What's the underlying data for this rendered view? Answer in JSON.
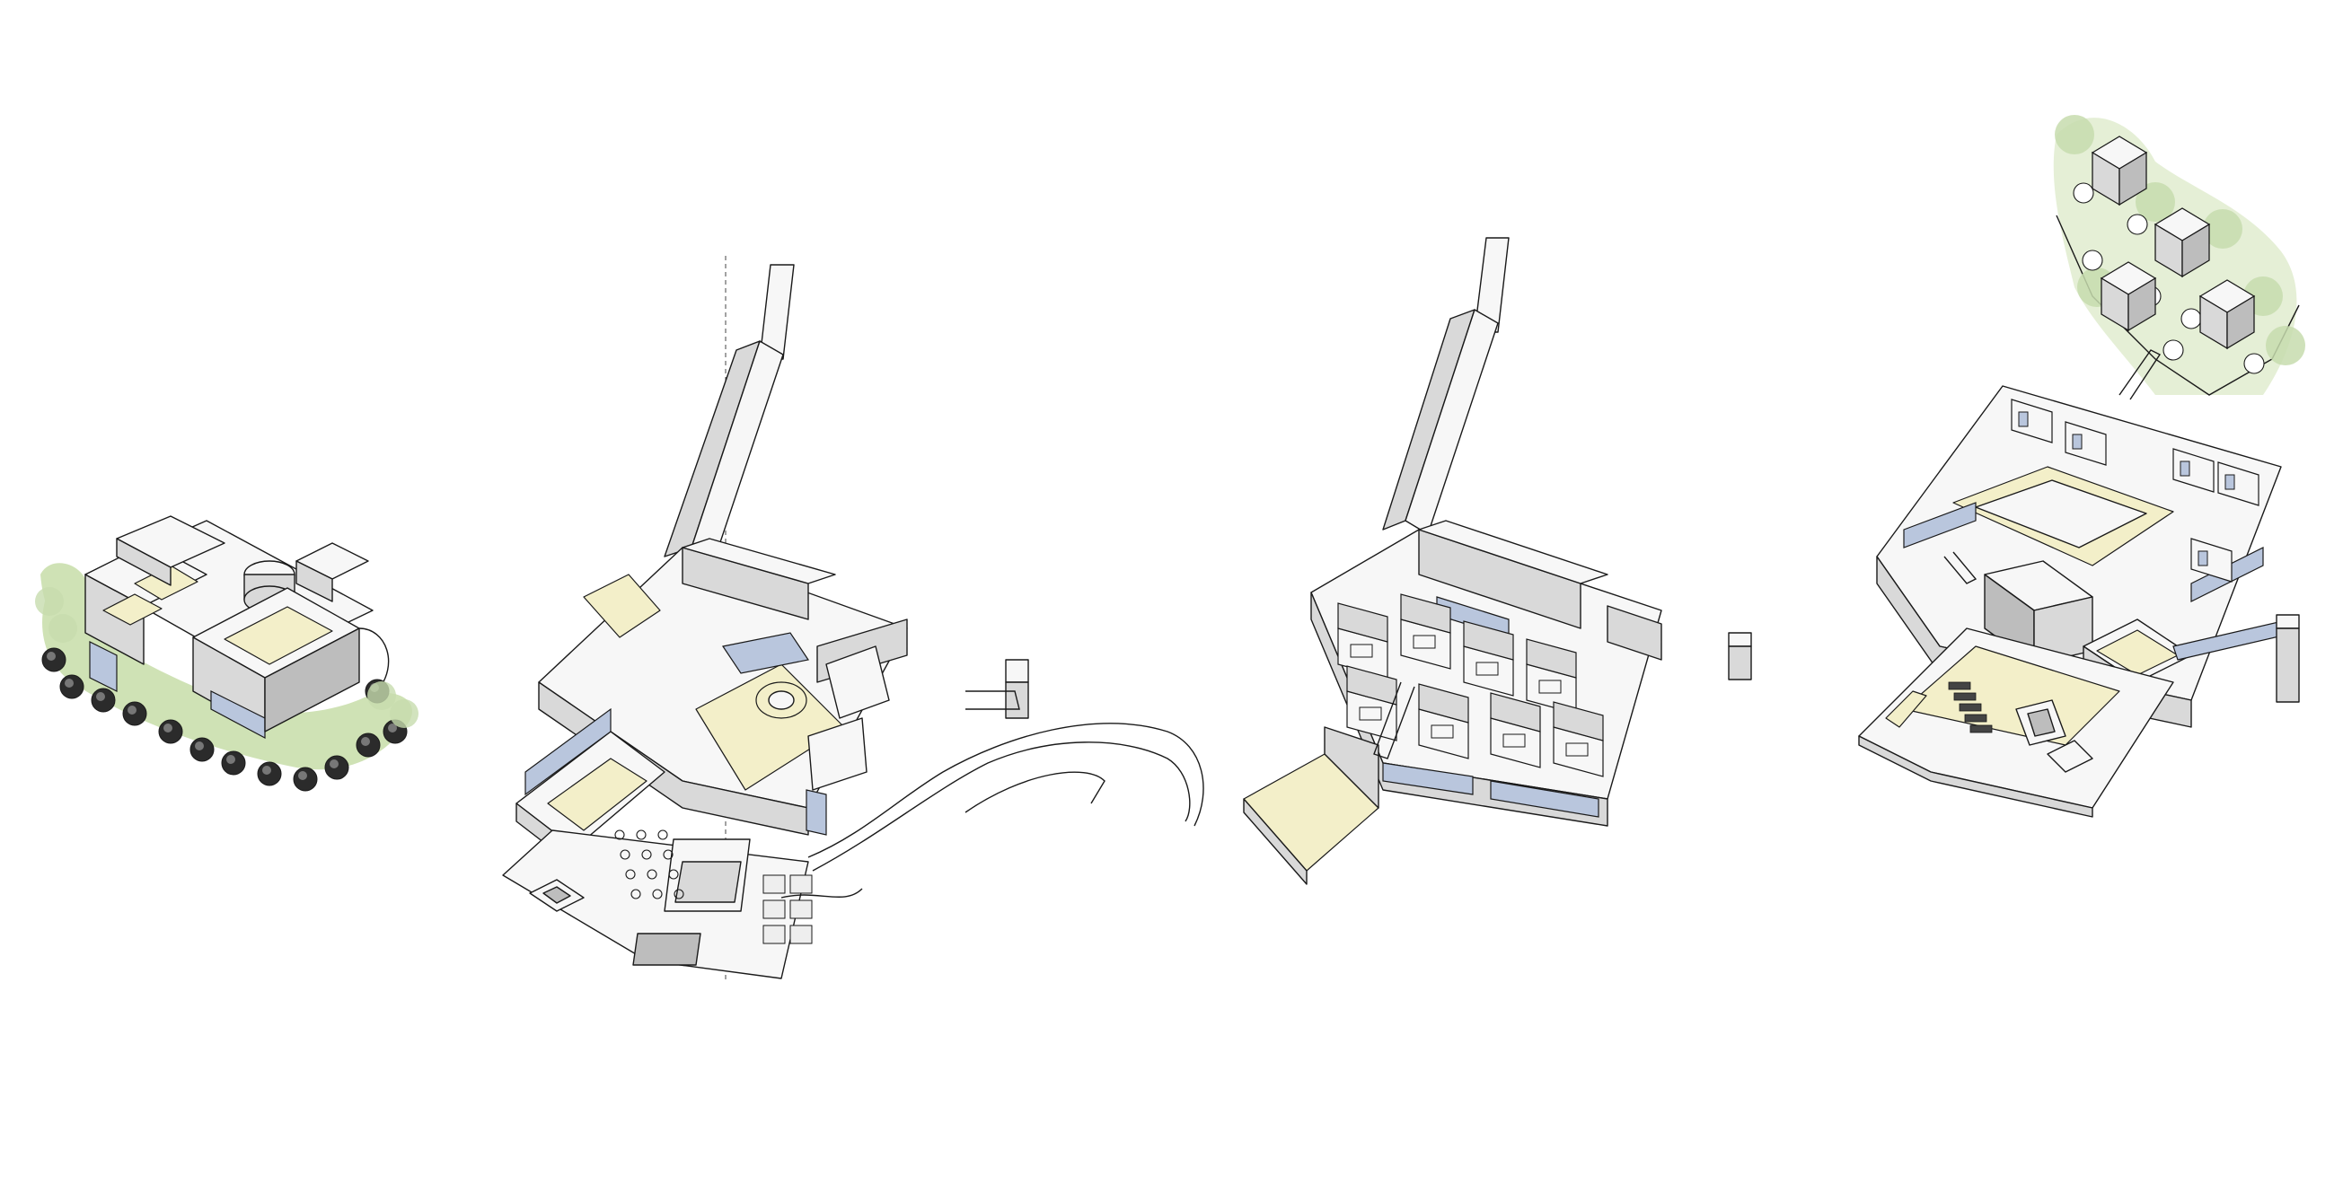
{
  "palette": {
    "background": "#ffffff",
    "line": "#1a1a1a",
    "wall_top": "#f7f7f7",
    "wall_side": "#d9d9d9",
    "wall_shadow": "#bdbdbd",
    "floor_accent": "#f3efc9",
    "glass": "#b9c6dd",
    "landscape": "#cfe2b5",
    "tree_dark": "#2b2b2b",
    "tree_light": "#c7dcae"
  },
  "drawings": [
    {
      "id": "ground-level",
      "label": ""
    },
    {
      "id": "entrance-level",
      "label": ""
    },
    {
      "id": "residential-level",
      "label": ""
    },
    {
      "id": "roof-level",
      "label": ""
    }
  ]
}
